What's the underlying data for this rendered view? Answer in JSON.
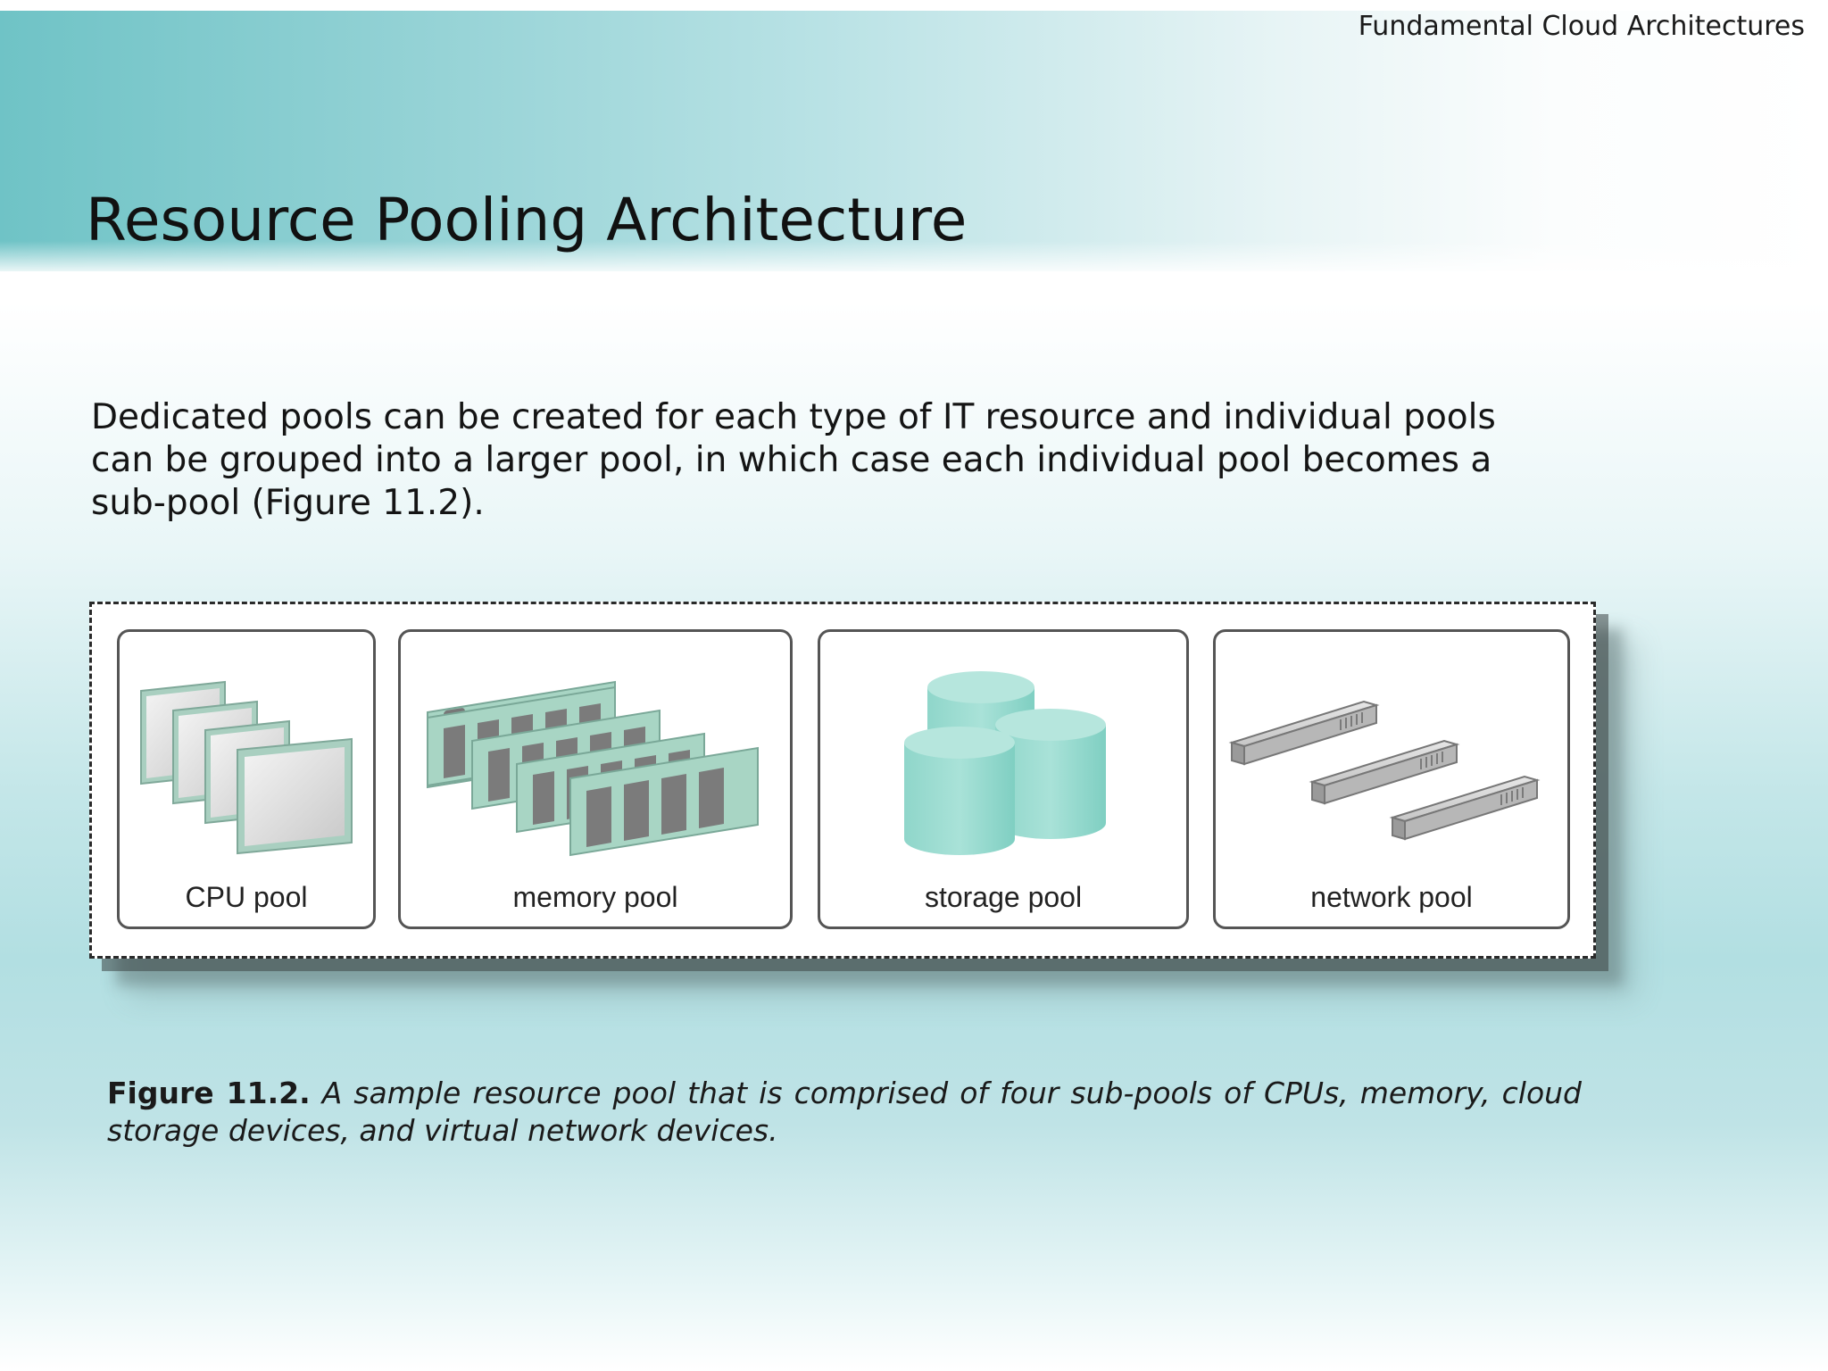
{
  "header": {
    "course_title": "Fundamental Cloud Architectures",
    "slide_title": "Resource Pooling Architecture"
  },
  "body": {
    "paragraph": "Dedicated pools can be created for each type of IT resource and individual pools can be grouped into a larger pool, in which case each individual pool becomes a sub-pool (Figure 11.2)."
  },
  "figure": {
    "pools": [
      {
        "label": "CPU pool",
        "icon": "cpu-chip-icon"
      },
      {
        "label": "memory pool",
        "icon": "memory-module-icon"
      },
      {
        "label": "storage pool",
        "icon": "storage-cylinder-icon"
      },
      {
        "label": "network pool",
        "icon": "network-device-icon"
      }
    ],
    "caption_label": "Figure 11.2.",
    "caption_text": "A sample resource pool that is comprised of four sub-pools of CPUs, memory, cloud storage devices, and virtual network devices."
  },
  "colors": {
    "accent": "#8fd0d3",
    "icon_green": "#a8d5c4",
    "storage_teal": "#7fcfc2"
  }
}
